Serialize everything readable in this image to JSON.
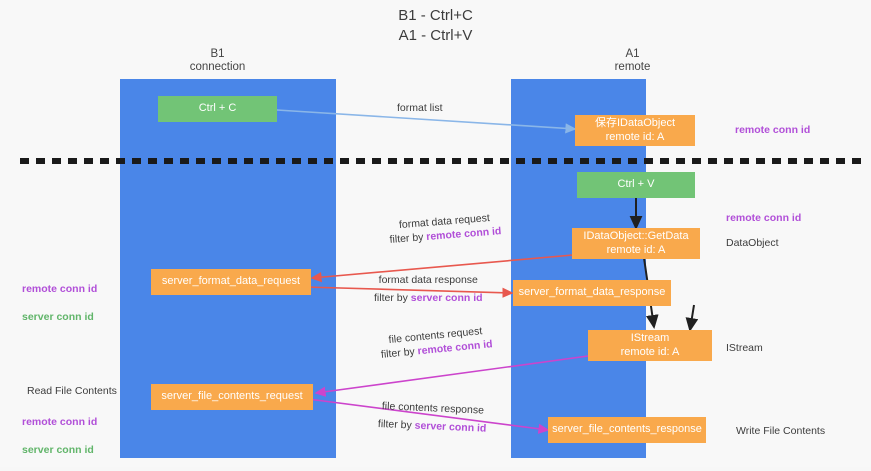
{
  "title": "B1 - Ctrl+C\nA1 - Ctrl+V",
  "colors": {
    "lane": "#4a86e8",
    "node_orange": "#f9a94c",
    "node_green": "#72c476",
    "remote_conn_id": "#b14fd8",
    "server_conn_id": "#61b56a",
    "arrow_red": "#e8584e",
    "arrow_magenta": "#cc44cc",
    "arrow_blue": "#8ab6e8",
    "arrow_black": "#202020",
    "background": "#f8f8f8"
  },
  "lanes": [
    {
      "id": "b1",
      "title": "B1\nconnection"
    },
    {
      "id": "a1",
      "title": "A1\nremote"
    }
  ],
  "nodes": {
    "ctrl_c": {
      "line1": "Ctrl + C"
    },
    "save_idataobject": {
      "line1": "保存IDataObject",
      "line2": "remote id: A"
    },
    "ctrl_v": {
      "line1": "Ctrl + V"
    },
    "getdata": {
      "line1": "IDataObject::GetData",
      "line2": "remote id: A"
    },
    "server_format_data_request": {
      "line1": "server_format_data_request"
    },
    "server_format_data_response": {
      "line1": "server_format_data_response"
    },
    "istream": {
      "line1": "IStream",
      "line2": "remote id: A"
    },
    "server_file_contents_request": {
      "line1": "server_file_contents_request"
    },
    "server_file_contents_response": {
      "line1": "server_file_contents_response"
    }
  },
  "edge_labels": {
    "format_list": {
      "line1": "format list"
    },
    "format_data_request": {
      "line1": "format data request",
      "line2_prefix": "filter by ",
      "line2_hl": "remote conn id"
    },
    "format_data_response": {
      "line1": "format data response",
      "line2_prefix": "filter by ",
      "line2_hl": "server conn id"
    },
    "file_contents_request": {
      "line1": "file contents request",
      "line2_prefix": "filter by ",
      "line2_hl": "remote conn id"
    },
    "file_contents_response": {
      "line1": "file contents response",
      "line2_prefix": "filter by ",
      "line2_hl": "server conn id"
    }
  },
  "annotations": {
    "right_top_remote": "remote conn id",
    "right_mid_remote": "remote conn id",
    "right_dataobject": "DataObject",
    "right_istream": "IStream",
    "right_write_file_contents": "Write File Contents",
    "left_conn_ids_remote": "remote conn id",
    "left_conn_ids_server": "server conn id",
    "left_read_file_contents": "Read File Contents",
    "left_file_conn_remote": "remote conn id",
    "left_file_conn_server": "server conn id"
  }
}
